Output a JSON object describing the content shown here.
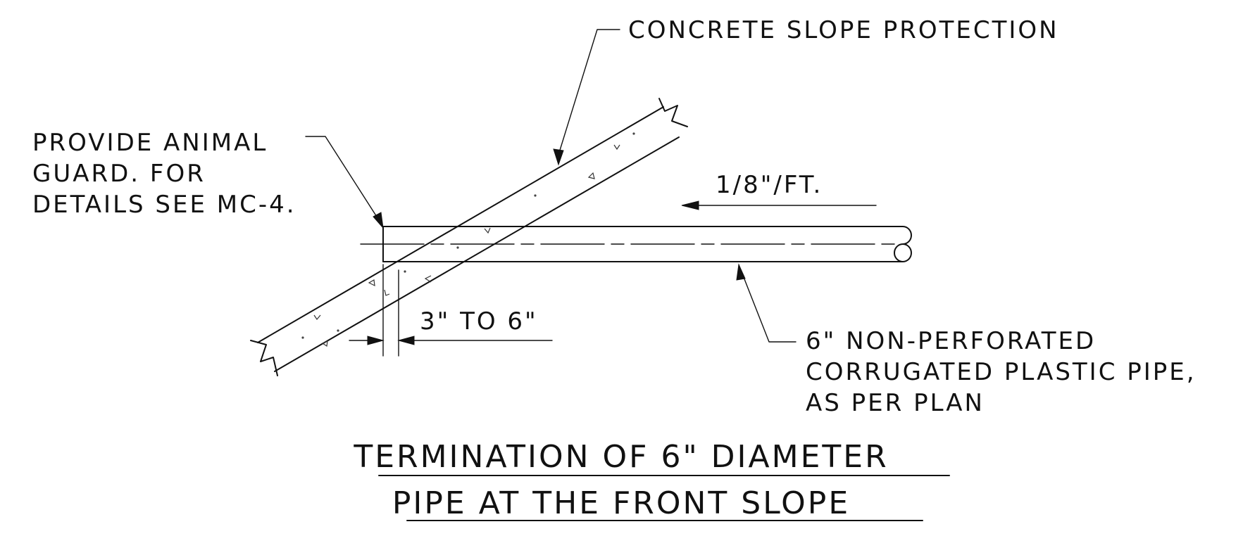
{
  "labels": {
    "concrete_slope_protection": "CONCRETE SLOPE PROTECTION",
    "animal_guard": [
      "PROVIDE ANIMAL",
      "GUARD. FOR",
      "DETAILS SEE MC-4."
    ],
    "slope_rate": "1/8\"/FT.",
    "offset_dimension": "3\" TO 6\"",
    "pipe_spec": [
      "6\" NON-PERFORATED",
      "CORRUGATED PLASTIC PIPE,",
      "AS PER PLAN"
    ]
  },
  "title": {
    "line1": "TERMINATION OF 6\" DIAMETER",
    "line2": "PIPE AT THE FRONT SLOPE"
  }
}
